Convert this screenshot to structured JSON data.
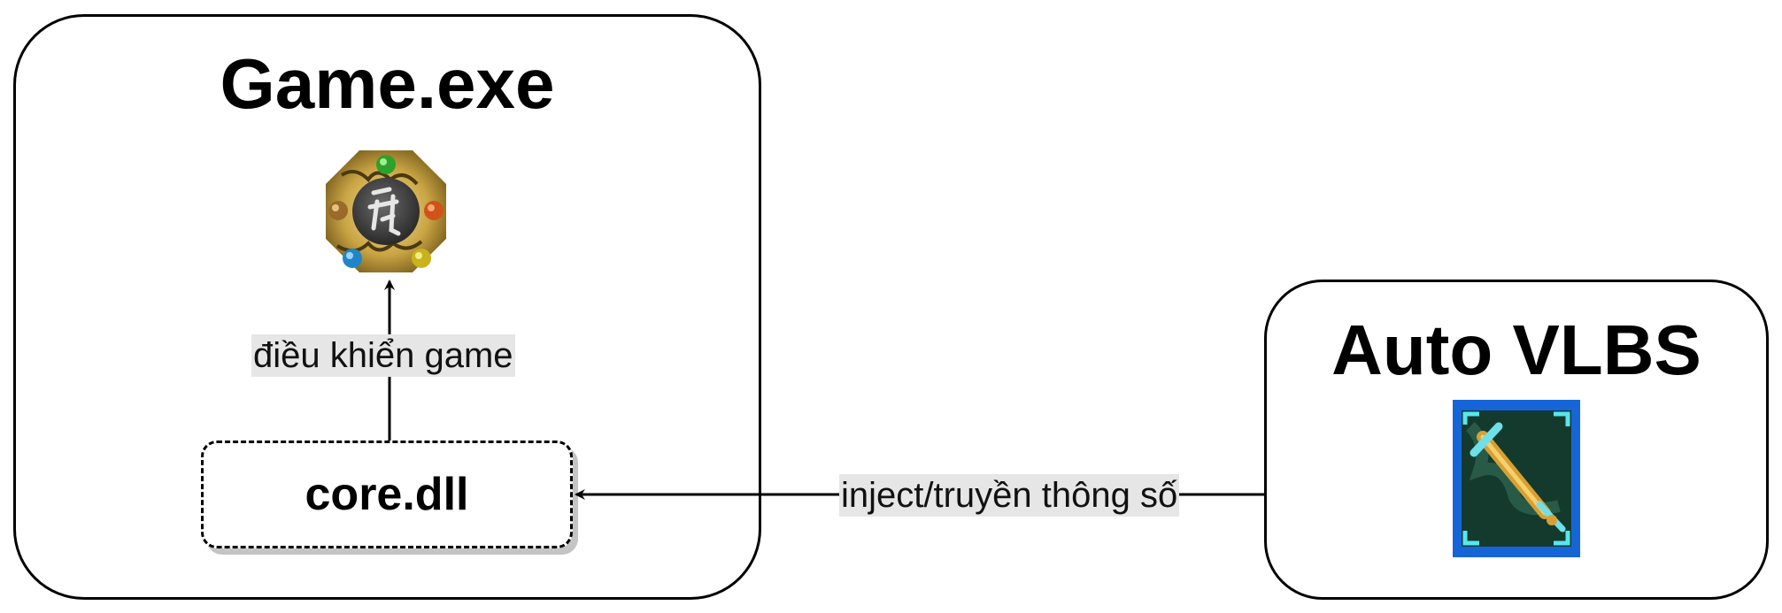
{
  "nodes": {
    "game": {
      "title": "Game.exe",
      "icon": "game-emblem-icon"
    },
    "dll": {
      "label": "core.dll"
    },
    "auto": {
      "title": "Auto VLBS",
      "icon": "sword-icon"
    }
  },
  "edges": {
    "control": {
      "label": "điều khiển game"
    },
    "inject": {
      "label": "inject/truyền thông số"
    }
  },
  "colors": {
    "stroke": "#000000",
    "label_background": "#e6e6e6",
    "dll_shadow": "#c4c4c4",
    "sword_icon_bg": "#1565d8"
  }
}
